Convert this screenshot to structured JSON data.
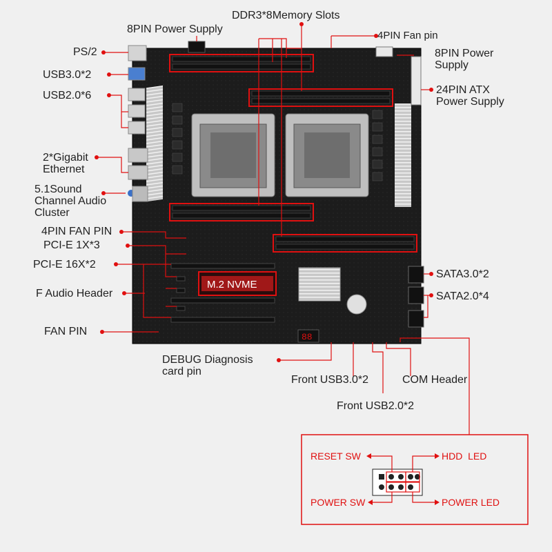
{
  "labels": {
    "ps2": "PS/2",
    "usb30": "USB3.0*2",
    "usb20": "USB2.0*6",
    "ethernet": "2*Gigabit\nEthernet",
    "audio": "5.1Sound\nChannel Audio\nCluster",
    "fan4": "4PIN FAN PIN",
    "pcie1x": "PCI-E 1X*3",
    "pcie16x": "PCI-E 16X*2",
    "faudio": "F Audio Header",
    "fanpin": "FAN PIN",
    "psu8_top": "8PIN Power Supply",
    "ddr3": "DDR3*8Memory Slots",
    "fan4_top": "4PIN Fan pin",
    "psu8_right": "8PIN Power\nSupply",
    "atx24": "24PIN ATX\nPower Supply",
    "sata3": "SATA3.0*2",
    "sata2": "SATA2.0*4",
    "debug": "DEBUG Diagnosis\ncard pin",
    "front_usb3": "Front USB3.0*2",
    "front_usb2": "Front USB2.0*2",
    "com": "COM Header"
  },
  "board": {
    "m2_label": "M.2 NVME",
    "debug_display": "88"
  },
  "panel": {
    "reset_sw": "RESET SW",
    "hdd_led": "HDD  LED",
    "power_sw": "POWER SW",
    "power_led": "POWER LED"
  },
  "colors": {
    "accent": "#e01010",
    "board": "#1a1a1a",
    "ram_slot": "#111111",
    "heatsink": "#d9d9d9"
  }
}
